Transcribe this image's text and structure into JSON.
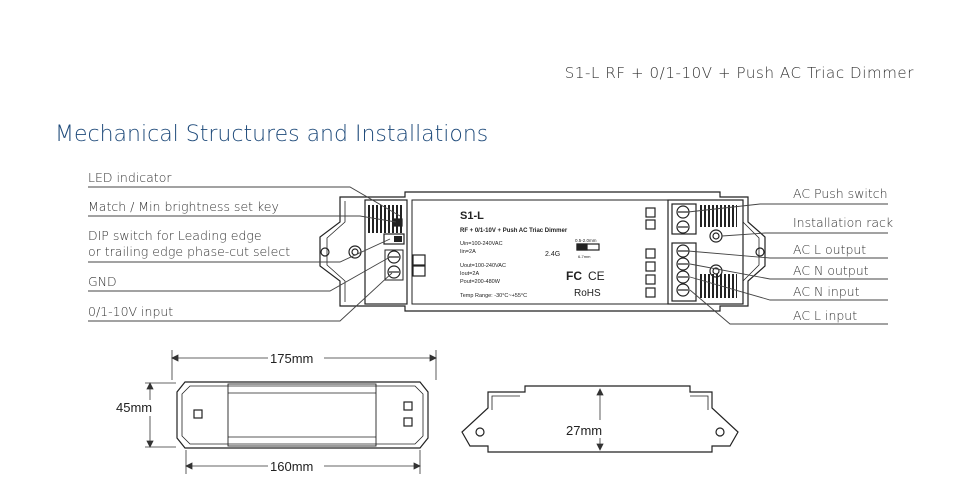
{
  "header": {
    "title": "S1-L    RF + 0/1-10V + Push AC Triac Dimmer"
  },
  "section": {
    "title": "Mechanical Structures and Installations"
  },
  "left_labels": {
    "led": "LED indicator",
    "match": "Match / Min brightness set key",
    "dip_line1": "DIP switch for Leading edge",
    "dip_line2": "or trailing edge phase-cut select",
    "gnd": "GND",
    "input010": "0/1-10V input"
  },
  "right_labels": {
    "push": "AC Push switch",
    "rack": "Installation rack",
    "l_out": "AC L output",
    "n_out": "AC N output",
    "n_in": "AC N input",
    "l_in": "AC L input"
  },
  "device": {
    "model": "S1-L",
    "subtitle": "RF + 0/1-10V + Push AC Triac Dimmer",
    "uin": "Uin=100-240VAC",
    "iin": "Iin=2A",
    "uout": "Uout=100-240VAC",
    "iout": "Iout=2A",
    "pout": "Pout=200-480W",
    "temp": "Temp Range: -30°C~+55°C",
    "rf": "2.4G",
    "wire": "0.5-2.0mm",
    "strip": "6-7mm",
    "fc": "FC",
    "ce": "CE",
    "rohs": "RoHS"
  },
  "dimensions": {
    "length_total": "175mm",
    "length_inner": "160mm",
    "width": "45mm",
    "height": "27mm"
  }
}
